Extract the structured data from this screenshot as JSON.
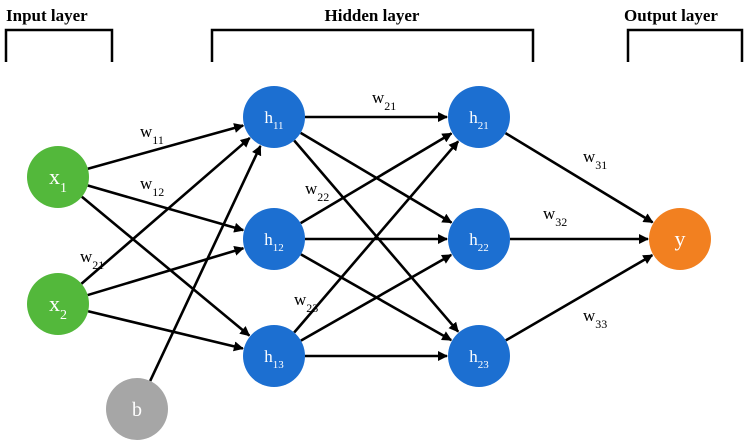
{
  "layers": {
    "input": "Input layer",
    "hidden": "Hidden layer",
    "output": "Output layer"
  },
  "colors": {
    "input": "#53b83b",
    "hidden": "#1c6fd1",
    "bias": "#a6a6a6",
    "output": "#f28020"
  },
  "nodes": {
    "x1": {
      "base": "x",
      "sub": "1"
    },
    "x2": {
      "base": "x",
      "sub": "2"
    },
    "b": {
      "base": "b",
      "sub": ""
    },
    "h11": {
      "base": "h",
      "sub": "11"
    },
    "h12": {
      "base": "h",
      "sub": "12"
    },
    "h13": {
      "base": "h",
      "sub": "13"
    },
    "h21": {
      "base": "h",
      "sub": "21"
    },
    "h22": {
      "base": "h",
      "sub": "22"
    },
    "h23": {
      "base": "h",
      "sub": "23"
    },
    "y": {
      "base": "y",
      "sub": ""
    }
  },
  "weights": {
    "w11": {
      "base": "w",
      "sub": "11"
    },
    "w12": {
      "base": "w",
      "sub": "12"
    },
    "w21_in": {
      "base": "w",
      "sub": "21"
    },
    "w21_hid": {
      "base": "w",
      "sub": "21"
    },
    "w22": {
      "base": "w",
      "sub": "22"
    },
    "w23": {
      "base": "w",
      "sub": "23"
    },
    "w31": {
      "base": "w",
      "sub": "31"
    },
    "w32": {
      "base": "w",
      "sub": "32"
    },
    "w33": {
      "base": "w",
      "sub": "33"
    }
  }
}
